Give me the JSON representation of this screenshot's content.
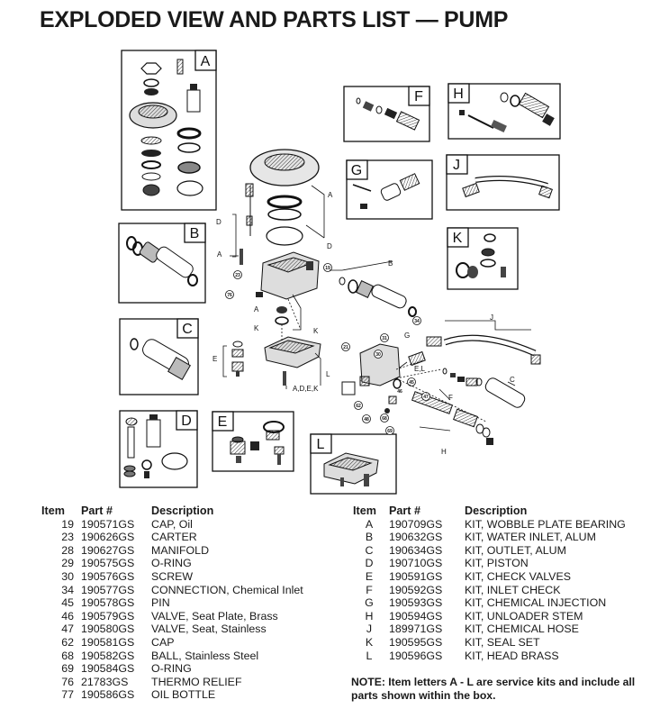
{
  "title": "EXPLODED VIEW AND PARTS LIST — PUMP",
  "diagram": {
    "boxes": [
      "A",
      "B",
      "C",
      "D",
      "E",
      "F",
      "H",
      "G",
      "J",
      "K",
      "L"
    ],
    "callouts": {
      "A": "A",
      "D": "D",
      "B": "B",
      "C": "C",
      "E": "E",
      "F": "F",
      "H": "H",
      "J": "J",
      "G": "G",
      "K": "K",
      "L": "L",
      "EL": "E,L",
      "ADEK": "A,D,E,K",
      "n19": "19",
      "n23": "23",
      "n76": "76",
      "n34": "34",
      "n31": "31",
      "n30": "30",
      "n21": "21",
      "n45": "45",
      "n47": "47",
      "n46": "46",
      "n62": "62",
      "n48": "48",
      "n68": "68",
      "n69": "69"
    }
  },
  "parts_left": {
    "headers": {
      "item": "Item",
      "part": "Part #",
      "description": "Description"
    },
    "rows": [
      {
        "item": "19",
        "part": "190571GS",
        "description": "CAP, Oil"
      },
      {
        "item": "23",
        "part": "190626GS",
        "description": "CARTER"
      },
      {
        "item": "28",
        "part": "190627GS",
        "description": "MANIFOLD"
      },
      {
        "item": "29",
        "part": "190575GS",
        "description": "O-RING"
      },
      {
        "item": "30",
        "part": "190576GS",
        "description": "SCREW"
      },
      {
        "item": "34",
        "part": "190577GS",
        "description": "CONNECTION, Chemical Inlet"
      },
      {
        "item": "45",
        "part": "190578GS",
        "description": "PIN"
      },
      {
        "item": "46",
        "part": "190579GS",
        "description": "VALVE, Seat Plate, Brass"
      },
      {
        "item": "47",
        "part": "190580GS",
        "description": "VALVE, Seat, Stainless"
      },
      {
        "item": "62",
        "part": "190581GS",
        "description": "CAP"
      },
      {
        "item": "68",
        "part": "190582GS",
        "description": "BALL, Stainless Steel"
      },
      {
        "item": "69",
        "part": "190584GS",
        "description": "O-RING"
      },
      {
        "item": "76",
        "part": "21783GS",
        "description": "THERMO RELIEF"
      },
      {
        "item": "77",
        "part": "190586GS",
        "description": "OIL BOTTLE"
      }
    ]
  },
  "parts_right": {
    "headers": {
      "item": "Item",
      "part": "Part #",
      "description": "Description"
    },
    "rows": [
      {
        "item": "A",
        "part": "190709GS",
        "description": "KIT, WOBBLE PLATE BEARING"
      },
      {
        "item": "B",
        "part": "190632GS",
        "description": "KIT, WATER INLET, ALUM"
      },
      {
        "item": "C",
        "part": "190634GS",
        "description": "KIT, OUTLET, ALUM"
      },
      {
        "item": "D",
        "part": "190710GS",
        "description": "KIT, PISTON"
      },
      {
        "item": "E",
        "part": "190591GS",
        "description": "KIT, CHECK VALVES"
      },
      {
        "item": "F",
        "part": "190592GS",
        "description": "KIT, INLET CHECK"
      },
      {
        "item": "G",
        "part": "190593GS",
        "description": "KIT, CHEMICAL INJECTION"
      },
      {
        "item": "H",
        "part": "190594GS",
        "description": "KIT, UNLOADER STEM"
      },
      {
        "item": "J",
        "part": "189971GS",
        "description": "KIT, CHEMICAL HOSE"
      },
      {
        "item": "K",
        "part": "190595GS",
        "description": "KIT, SEAL SET"
      },
      {
        "item": "L",
        "part": "190596GS",
        "description": "KIT, HEAD BRASS"
      }
    ]
  },
  "note": "NOTE: Item letters A - L are service kits and include all parts shown within the box."
}
